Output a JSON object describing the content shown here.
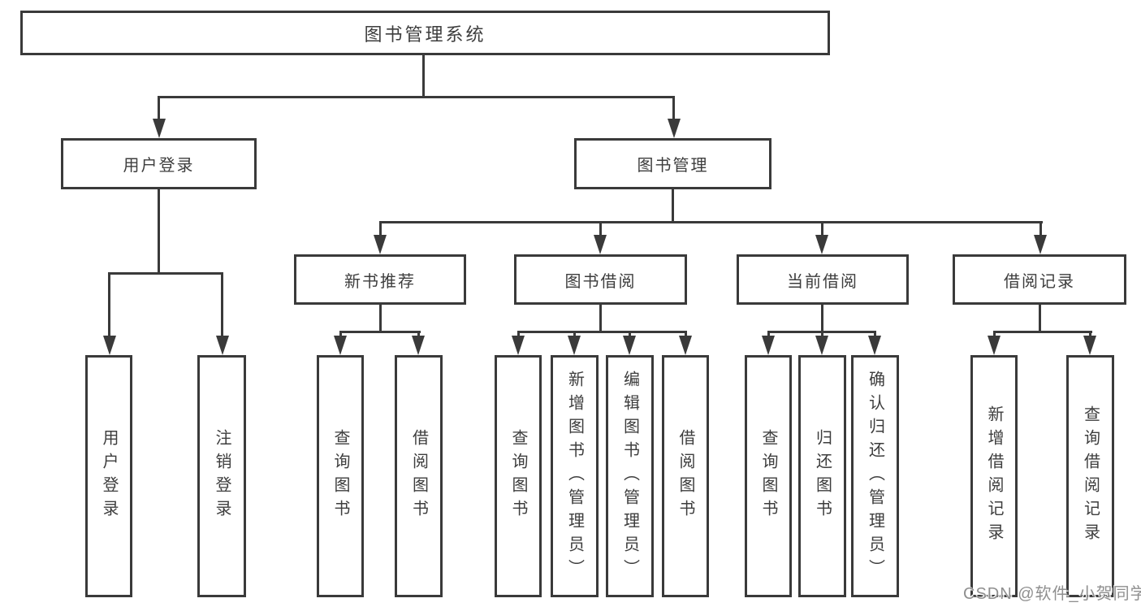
{
  "page": {
    "background": "#ffffff"
  },
  "colors": {
    "line": "#3a3a3a",
    "box_border": "#3a3a3a",
    "box_background": "#ffffff",
    "text": "#3d3d3d",
    "watermark": "#8f8f8f"
  },
  "nodes": {
    "root": "图书管理系统",
    "user_login": "用户登录",
    "book_management": "图书管理",
    "new_book_recommend": "新书推荐",
    "book_borrowing": "图书借阅",
    "current_borrowing": "当前借阅",
    "borrowing_records": "借阅记录",
    "ul_user_login": "用户登录",
    "ul_logout": "注销登录",
    "nb_query_books": "查询图书",
    "nb_borrow_books": "借阅图书",
    "bb_query_books": "查询图书",
    "bb_add_books_admin": "新增图书（管理员）",
    "bb_edit_books_admin": "编辑图书（管理员）",
    "bb_borrow_books": "借阅图书",
    "cb_query_books": "查询图书",
    "cb_return_books": "归还图书",
    "cb_confirm_return_admin": "确认归还（管理员）",
    "br_add_record": "新增借阅记录",
    "br_query_record": "查询借阅记录"
  },
  "hierarchy": {
    "图书管理系统": [
      "用户登录",
      "图书管理"
    ],
    "用户登录": [
      "用户登录",
      "注销登录"
    ],
    "图书管理": [
      "新书推荐",
      "图书借阅",
      "当前借阅",
      "借阅记录"
    ],
    "新书推荐": [
      "查询图书",
      "借阅图书"
    ],
    "图书借阅": [
      "查询图书",
      "新增图书（管理员）",
      "编辑图书（管理员）",
      "借阅图书"
    ],
    "当前借阅": [
      "查询图书",
      "归还图书",
      "确认归还（管理员）"
    ],
    "借阅记录": [
      "新增借阅记录",
      "查询借阅记录"
    ]
  },
  "watermark": {
    "text": "CSDN @软件_小贺同学"
  }
}
